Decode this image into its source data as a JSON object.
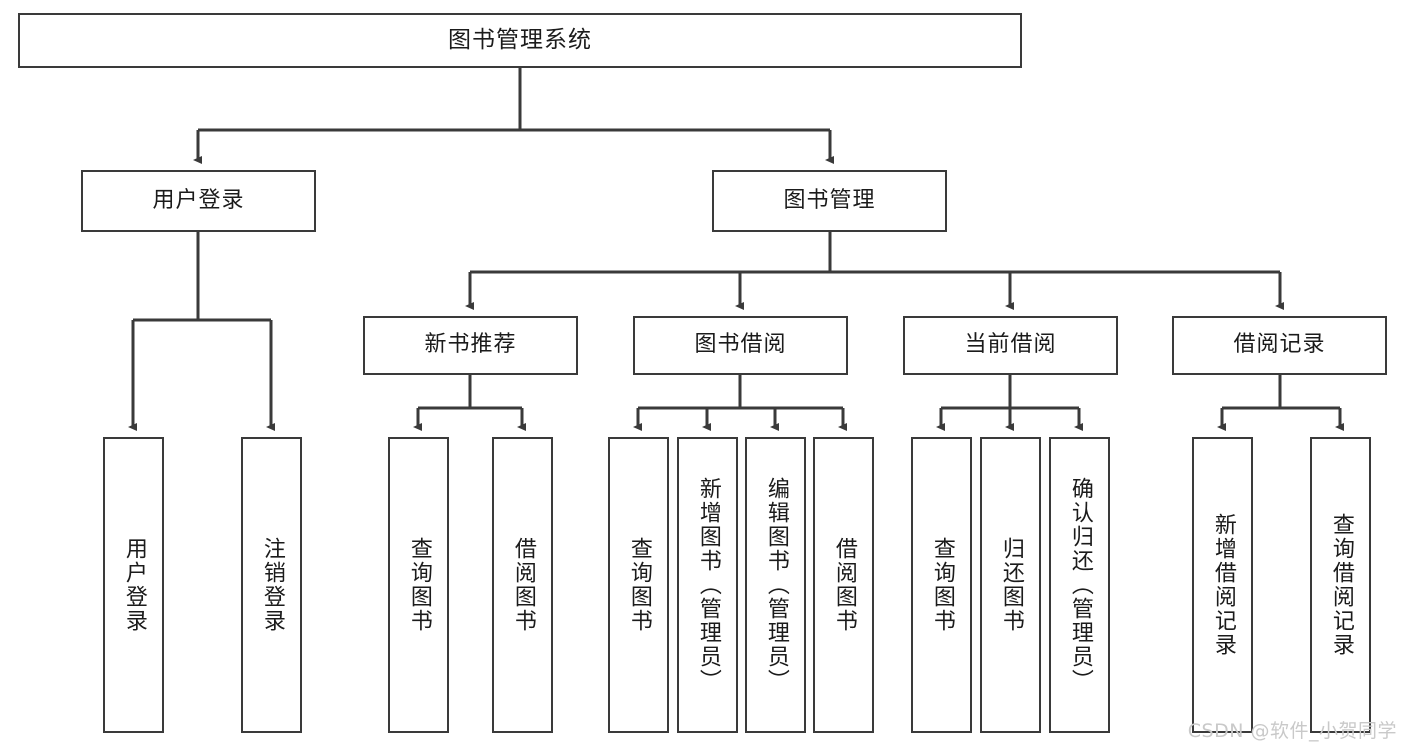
{
  "diagram": {
    "type": "tree-hierarchy",
    "title": "图书管理系统",
    "orientation": "top-down",
    "colors": {
      "box_border": "#3a3a3a",
      "box_fill": "#ffffff",
      "edge": "#3a3a3a",
      "text": "#1b1b1b",
      "watermark": "#c9c9c9"
    },
    "nodes": {
      "root": {
        "label": "图书管理系统",
        "level": 1
      },
      "user_login": {
        "label": "用户登录",
        "level": 2
      },
      "book_manage": {
        "label": "图书管理",
        "level": 2
      },
      "new_book_rec": {
        "label": "新书推荐",
        "level": 3
      },
      "book_borrow": {
        "label": "图书借阅",
        "level": 3
      },
      "current_borrow": {
        "label": "当前借阅",
        "level": 3
      },
      "borrow_record": {
        "label": "借阅记录",
        "level": 3
      },
      "leaf_user_login": {
        "label": "用户登录",
        "level": 3
      },
      "leaf_logout": {
        "label": "注销登录",
        "level": 3
      },
      "leaf_query_book_1": {
        "label": "查询图书",
        "level": 4
      },
      "leaf_borrow_book_1": {
        "label": "借阅图书",
        "level": 4
      },
      "leaf_query_book_2": {
        "label": "查询图书",
        "level": 4
      },
      "leaf_add_book": {
        "label": "新增图书（管理员）",
        "level": 4
      },
      "leaf_edit_book": {
        "label": "编辑图书（管理员）",
        "level": 4
      },
      "leaf_borrow_book_2": {
        "label": "借阅图书",
        "level": 4
      },
      "leaf_query_book_3": {
        "label": "查询图书",
        "level": 4
      },
      "leaf_return_book": {
        "label": "归还图书",
        "level": 4
      },
      "leaf_confirm_return": {
        "label": "确认归还（管理员）",
        "level": 4
      },
      "leaf_add_record": {
        "label": "新增借阅记录",
        "level": 4
      },
      "leaf_query_record": {
        "label": "查询借阅记录",
        "level": 4
      }
    },
    "edges": [
      {
        "from": "root",
        "to": "user_login"
      },
      {
        "from": "root",
        "to": "book_manage"
      },
      {
        "from": "user_login",
        "to": "leaf_user_login"
      },
      {
        "from": "user_login",
        "to": "leaf_logout"
      },
      {
        "from": "book_manage",
        "to": "new_book_rec"
      },
      {
        "from": "book_manage",
        "to": "book_borrow"
      },
      {
        "from": "book_manage",
        "to": "current_borrow"
      },
      {
        "from": "book_manage",
        "to": "borrow_record"
      },
      {
        "from": "new_book_rec",
        "to": "leaf_query_book_1"
      },
      {
        "from": "new_book_rec",
        "to": "leaf_borrow_book_1"
      },
      {
        "from": "book_borrow",
        "to": "leaf_query_book_2"
      },
      {
        "from": "book_borrow",
        "to": "leaf_add_book"
      },
      {
        "from": "book_borrow",
        "to": "leaf_edit_book"
      },
      {
        "from": "book_borrow",
        "to": "leaf_borrow_book_2"
      },
      {
        "from": "current_borrow",
        "to": "leaf_query_book_3"
      },
      {
        "from": "current_borrow",
        "to": "leaf_return_book"
      },
      {
        "from": "current_borrow",
        "to": "leaf_confirm_return"
      },
      {
        "from": "borrow_record",
        "to": "leaf_add_record"
      },
      {
        "from": "borrow_record",
        "to": "leaf_query_record"
      }
    ]
  },
  "watermark": {
    "text": "CSDN @软件_小贺同学"
  }
}
